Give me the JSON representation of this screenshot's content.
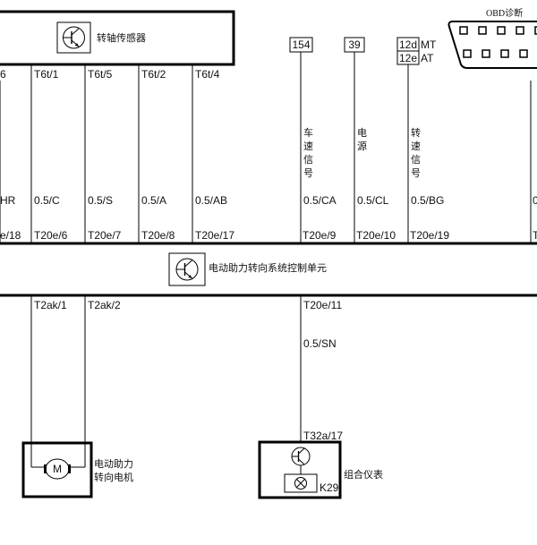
{
  "sensor": {
    "label": "转轴传感器"
  },
  "ecu": {
    "label": "电动助力转向系统控制单元"
  },
  "obd": {
    "label": "OBD诊断"
  },
  "cluster": {
    "label": "组合仪表",
    "lamp_id": "K29",
    "pin": "T32a/17"
  },
  "motor": {
    "label_line1": "电动助力",
    "label_line2": "转向电机"
  },
  "top_wires": [
    {
      "top_pin": "6",
      "wire": "HR",
      "ecu_pin": "e/18"
    },
    {
      "top_pin": "T6t/1",
      "wire": "0.5/C",
      "ecu_pin": "T20e/6"
    },
    {
      "top_pin": "T6t/5",
      "wire": "0.5/S",
      "ecu_pin": "T20e/7"
    },
    {
      "top_pin": "T6t/2",
      "wire": "0.5/A",
      "ecu_pin": "T20e/8"
    },
    {
      "top_pin": "T6t/4",
      "wire": "0.5/AB",
      "ecu_pin": "T20e/17"
    },
    {
      "box": "154",
      "signal": [
        "车",
        "速",
        "信",
        "号"
      ],
      "wire": "0.5/CA",
      "ecu_pin": "T20e/9"
    },
    {
      "box": "39",
      "signal": [
        "电",
        "源"
      ],
      "wire": "0.5/CL",
      "ecu_pin": "T20e/10"
    },
    {
      "box_mt": "12d",
      "box_at": "12e",
      "mt": "MT",
      "at": "AT",
      "signal": [
        "转",
        "速",
        "信",
        "号"
      ],
      "wire": "0.5/BG",
      "ecu_pin": "T20e/19"
    }
  ],
  "partial_right": {
    "wire": "0",
    "ecu_pin": "T"
  },
  "bottom_wires": [
    {
      "ecu_pin": "T2ak/1"
    },
    {
      "ecu_pin": "T2ak/2"
    },
    {
      "ecu_pin": "T20e/11",
      "wire": "0.5/SN"
    }
  ],
  "motor_symbol": "M"
}
